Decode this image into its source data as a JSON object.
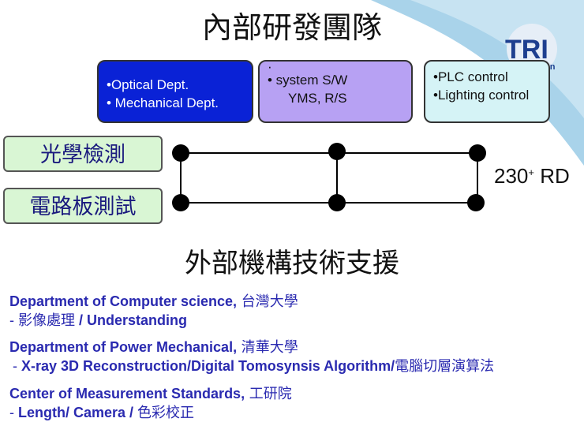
{
  "colors": {
    "accent_blue": "#0a22d6",
    "lavender": "#b7a1f3",
    "light_cyan": "#d5f3f6",
    "light_green": "#d9f6d4",
    "text_blue": "#2a2ab0",
    "swoosh": "#a9d3ea"
  },
  "logo": {
    "text": "TRI",
    "subtext": "on"
  },
  "title_main": "內部研發團隊",
  "title_external": "外部機構技術支援",
  "dept_boxes": {
    "optical": {
      "line1": "•Optical Dept.",
      "line2": "• Mechanical Dept."
    },
    "system": {
      "line0": "·",
      "line1": "• system S/W",
      "line2": "YMS, R/S"
    },
    "plc": {
      "line1": "•PLC control",
      "line2": "•Lighting control"
    }
  },
  "areas": {
    "optical": "光學檢測",
    "circuit": "電路板測試"
  },
  "rd_count": {
    "number": "230",
    "sup": "+",
    "unit": " RD"
  },
  "collaborations": [
    {
      "org": "Department of Computer science,",
      "org_cjk": " 台灣大學",
      "prefix": "- ",
      "topic_cjk": "影像處理",
      "topic": " / Understanding"
    },
    {
      "org": "Department of Power Mechanical,",
      "org_cjk": "  清華大學",
      "prefix": " - ",
      "topic": "X-ray 3D Reconstruction/Digital Tomosynsis Algorithm/",
      "topic_cjk": "電腦切層演算法"
    },
    {
      "org": "Center of Measurement Standards,",
      "org_cjk": " 工研院",
      "prefix": "- ",
      "topic": "Length/ Camera / ",
      "topic_cjk": "色彩校正"
    }
  ]
}
